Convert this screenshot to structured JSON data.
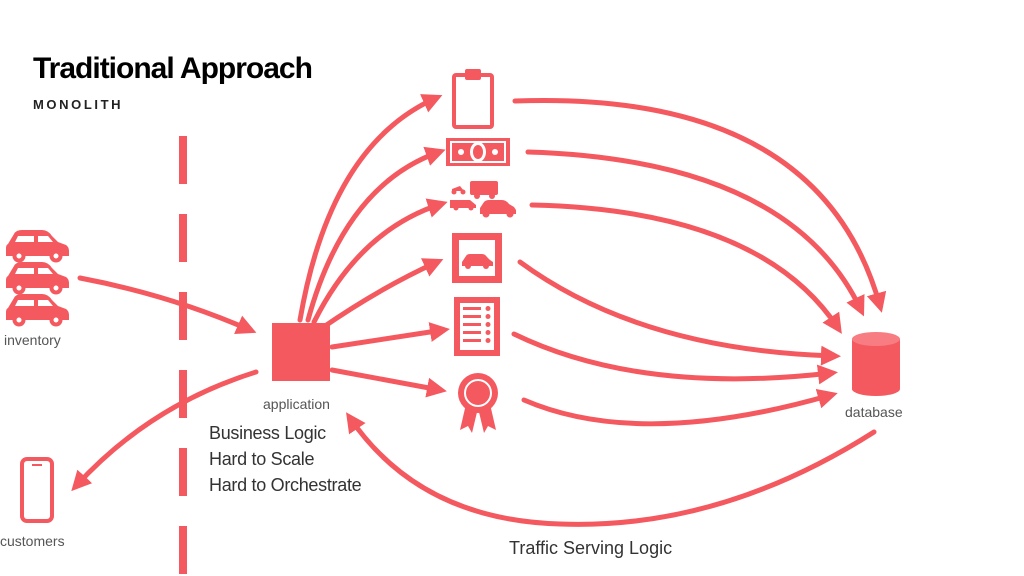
{
  "header": {
    "title": "Traditional Approach",
    "subtitle": "MONOLITH"
  },
  "labels": {
    "inventory": "inventory",
    "customers": "customers",
    "application": "application",
    "database": "database",
    "traffic": "Traffic Serving Logic"
  },
  "notes": [
    "Business Logic",
    "Hard to Scale",
    "Hard to Orchestrate"
  ],
  "colors": {
    "accent": "#f4595f",
    "text": "#333333"
  },
  "icons": {
    "inventory": "cars-icon",
    "customers": "phone-icon",
    "application": "application-box-icon",
    "database": "database-cylinder-icon",
    "services": [
      "clipboard-icon",
      "money-icon",
      "vehicles-icon",
      "car-photo-icon",
      "checklist-icon",
      "award-ribbon-icon"
    ]
  }
}
